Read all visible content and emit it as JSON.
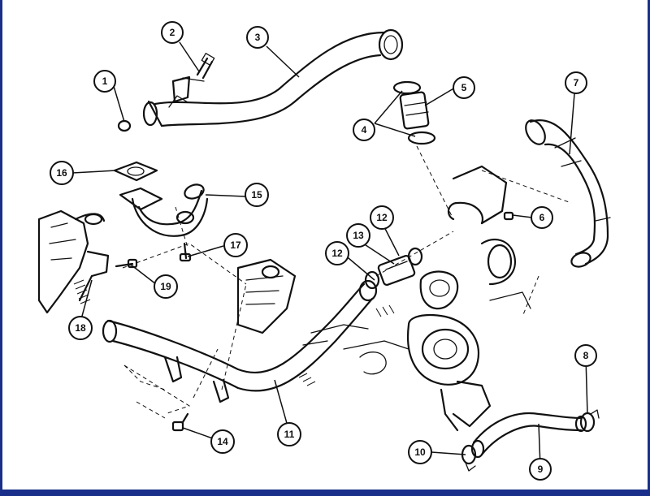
{
  "diagram": {
    "callouts": [
      {
        "id": "callout-1",
        "label": "1"
      },
      {
        "id": "callout-2",
        "label": "2"
      },
      {
        "id": "callout-3",
        "label": "3"
      },
      {
        "id": "callout-4",
        "label": "4"
      },
      {
        "id": "callout-5",
        "label": "5"
      },
      {
        "id": "callout-6",
        "label": "6"
      },
      {
        "id": "callout-7",
        "label": "7"
      },
      {
        "id": "callout-8",
        "label": "8"
      },
      {
        "id": "callout-9",
        "label": "9"
      },
      {
        "id": "callout-10",
        "label": "10"
      },
      {
        "id": "callout-11",
        "label": "11"
      },
      {
        "id": "callout-12a",
        "label": "12"
      },
      {
        "id": "callout-12b",
        "label": "12"
      },
      {
        "id": "callout-13",
        "label": "13"
      },
      {
        "id": "callout-14",
        "label": "14"
      },
      {
        "id": "callout-15",
        "label": "15"
      },
      {
        "id": "callout-16",
        "label": "16"
      },
      {
        "id": "callout-17",
        "label": "17"
      },
      {
        "id": "callout-18",
        "label": "18"
      },
      {
        "id": "callout-19",
        "label": "19"
      }
    ],
    "colors": {
      "frame": "#1a2f8a",
      "line": "#111111",
      "background": "#ffffff"
    }
  }
}
